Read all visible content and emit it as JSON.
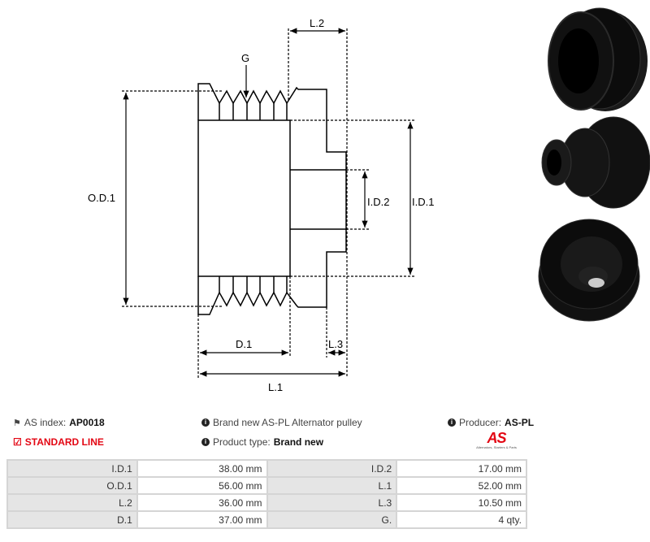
{
  "diagram": {
    "labels": {
      "od1": "O.D.1",
      "id1": "I.D.1",
      "id2": "I.D.2",
      "l1": "L.1",
      "l2": "L.2",
      "l3": "L.3",
      "d1": "D.1",
      "g": "G"
    }
  },
  "info": {
    "as_index_label": "AS index:",
    "as_index_value": "AP0018",
    "line": "STANDARD LINE",
    "description": "Brand new AS-PL Alternator pulley",
    "product_type_label": "Product type:",
    "product_type_value": "Brand new",
    "producer_label": "Producer:",
    "producer_value": "AS-PL",
    "logo_text": "AS",
    "logo_tagline": "Alternators, Starters & Parts"
  },
  "colors": {
    "accent": "#e30613"
  },
  "specs": [
    {
      "k1": "I.D.1",
      "v1": "38.00 mm",
      "k2": "I.D.2",
      "v2": "17.00 mm"
    },
    {
      "k1": "O.D.1",
      "v1": "56.00 mm",
      "k2": "L.1",
      "v2": "52.00 mm"
    },
    {
      "k1": "L.2",
      "v1": "36.00 mm",
      "k2": "L.3",
      "v2": "10.50 mm"
    },
    {
      "k1": "D.1",
      "v1": "37.00 mm",
      "k2": "G.",
      "v2": "4 qty."
    }
  ]
}
